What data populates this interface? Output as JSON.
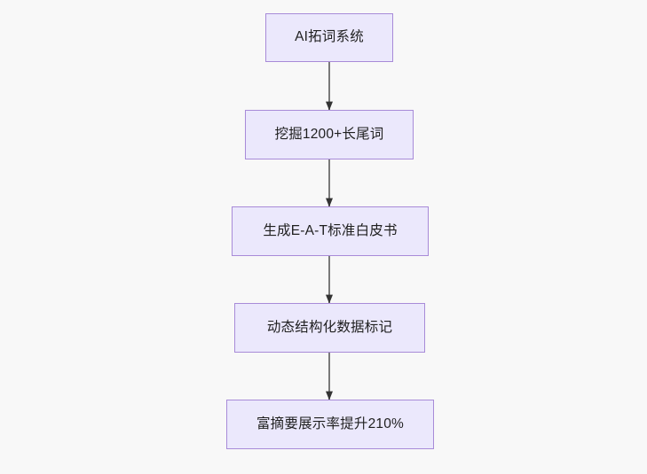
{
  "diagram": {
    "type": "flowchart",
    "direction": "top-to-bottom",
    "background_color": "#f8f8f8",
    "node_fill_color": "#ebe8fc",
    "node_border_color": "#a88bd8",
    "node_text_color": "#1f1f1f",
    "edge_color": "#7a7a7a",
    "arrowhead_color": "#333333",
    "nodes": [
      {
        "id": "n1",
        "label": "AI拓词系统"
      },
      {
        "id": "n2",
        "label": "挖掘1200+长尾词"
      },
      {
        "id": "n3",
        "label": "生成E-A-T标准白皮书"
      },
      {
        "id": "n4",
        "label": "动态结构化数据标记"
      },
      {
        "id": "n5",
        "label": "富摘要展示率提升210%"
      }
    ],
    "edges": [
      {
        "from": "n1",
        "to": "n2",
        "label": "",
        "arrow": "arrowhead-down-icon"
      },
      {
        "from": "n2",
        "to": "n3",
        "label": "",
        "arrow": "arrowhead-down-icon"
      },
      {
        "from": "n3",
        "to": "n4",
        "label": "",
        "arrow": "arrowhead-down-icon"
      },
      {
        "from": "n4",
        "to": "n5",
        "label": "",
        "arrow": "arrowhead-down-icon"
      }
    ]
  }
}
